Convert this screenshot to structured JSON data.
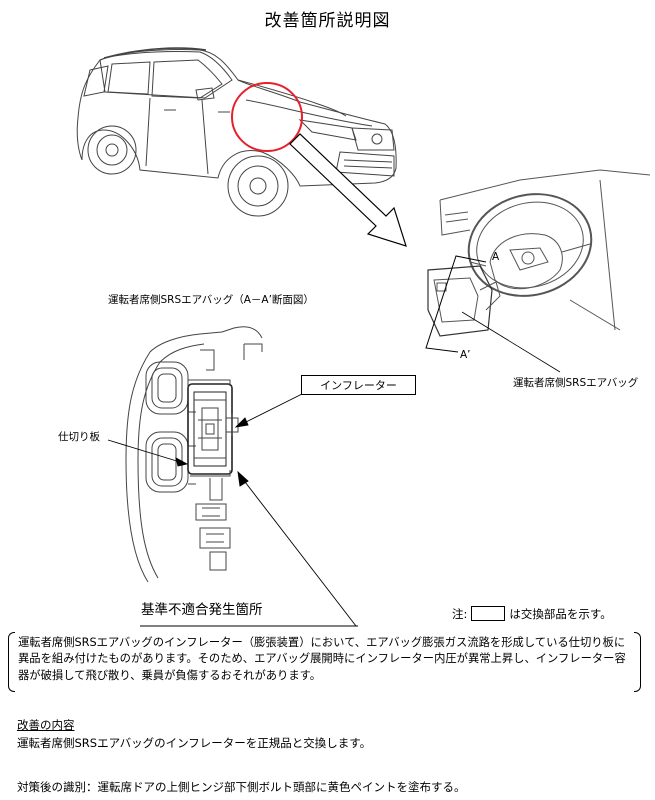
{
  "title": "改善箇所説明図",
  "section_label": "運転者席側SRSエアバッグ（A－A’断面図）",
  "callouts": {
    "inflator": "インフレーター",
    "partition": "仕切り板",
    "airbag": "運転者席側SRSエアバッグ",
    "section_a_top": "A",
    "section_a_bottom": "A’",
    "defect_location": "基準不適合発生箇所"
  },
  "note": {
    "prefix": "注:",
    "suffix": "は交換部品を示す。"
  },
  "description": "運転者席側SRSエアバッグのインフレーター（膨張装置）において、エアバッグ膨張ガス流路を形成している仕切り板に異品を組み付けたものがあります。そのため、エアバッグ展開時にインフレーター内圧が異常上昇し、インフレーター容器が破損して飛び散り、乗員が負傷するおそれがあります。",
  "remedy": {
    "heading": "改善の内容",
    "text": "運転者席側SRSエアバッグのインフレーターを正規品と交換します。"
  },
  "identification": "対策後の識別：運転席ドアの上側ヒンジ部下側ボルト頭部に黄色ペイントを塗布する。",
  "colors": {
    "highlight_circle": "#e8202a",
    "line": "#000000",
    "drawing": "#555555"
  }
}
